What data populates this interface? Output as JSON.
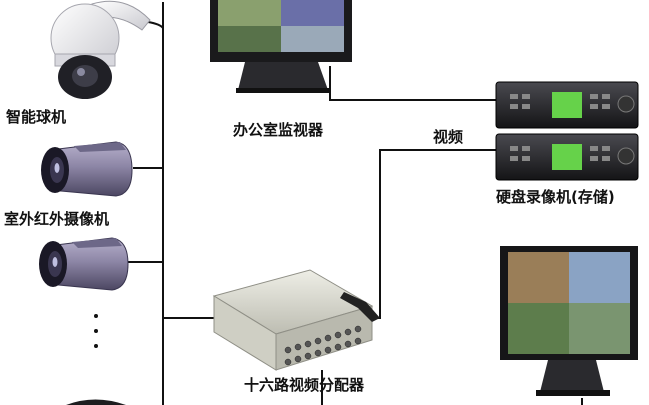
{
  "labels": {
    "dome_camera": "智能球机",
    "ir_camera": "室外红外摄像机",
    "office_monitor": "办公室监视器",
    "video": "视频",
    "dvr": "硬盘录像机(存储)",
    "splitter": "十六路视频分配器"
  },
  "colors": {
    "line": "#111111",
    "device_dark": "#1d1d1f",
    "lcd": "#66d24a",
    "camera_body": "#8d86a6",
    "splitter_body": "#dcdcd2"
  }
}
